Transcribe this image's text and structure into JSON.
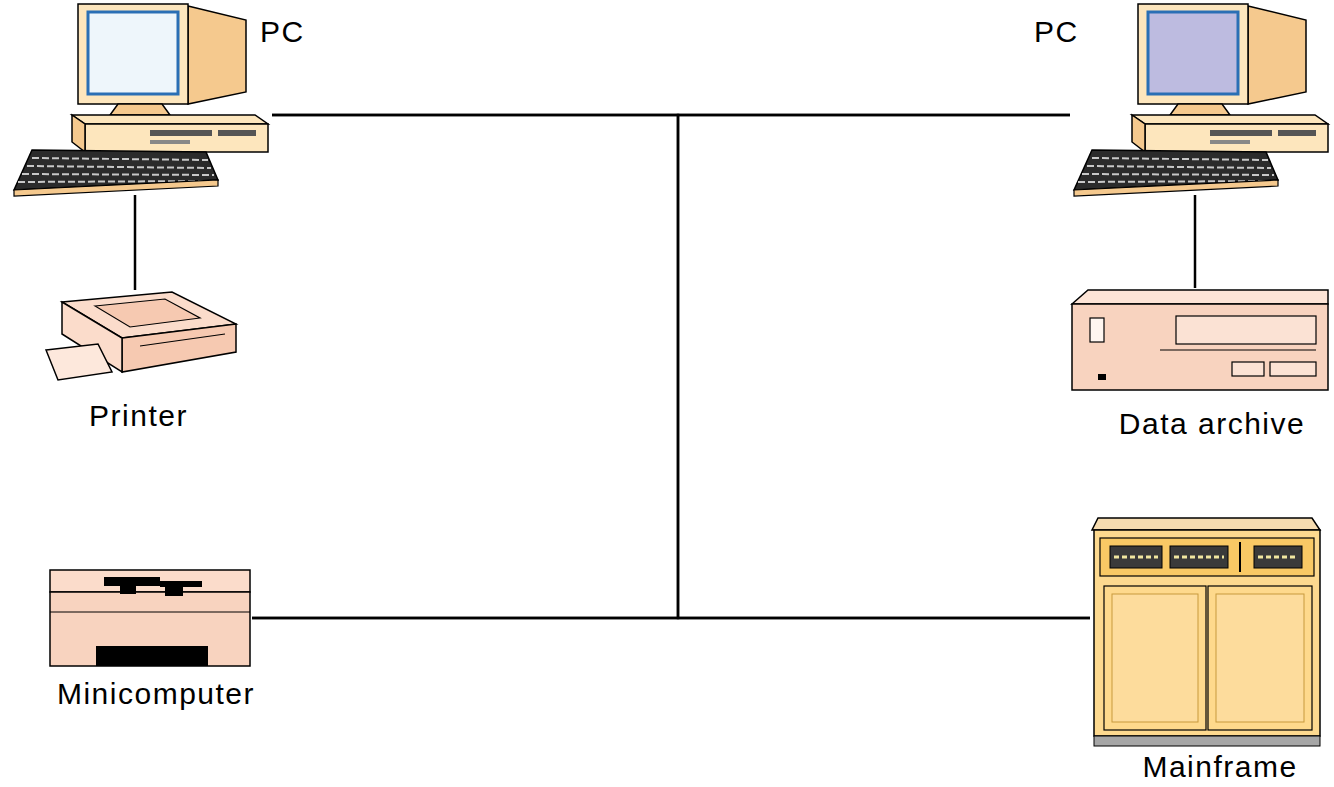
{
  "diagram": {
    "nodes": [
      {
        "text": [
          "PC"
        ]
      },
      {
        "text": [
          "PC"
        ]
      },
      {
        "text": [
          "Printer"
        ]
      },
      {
        "text": [
          "Data archive"
        ]
      },
      {
        "text": [
          "Minicomputer"
        ]
      },
      {
        "text": [
          "Mainframe"
        ]
      }
    ],
    "edges": [
      {
        "from": 0,
        "to": 1,
        "arrow": "none"
      },
      {
        "from": 0,
        "to": 2,
        "arrow": "none"
      },
      {
        "from": 1,
        "to": 3,
        "arrow": "none"
      },
      {
        "from": 4,
        "to": 5,
        "arrow": "none"
      },
      {
        "from": 0,
        "to": 4,
        "arrow": "none"
      },
      {
        "from": 1,
        "to": 5,
        "arrow": "none"
      }
    ]
  }
}
